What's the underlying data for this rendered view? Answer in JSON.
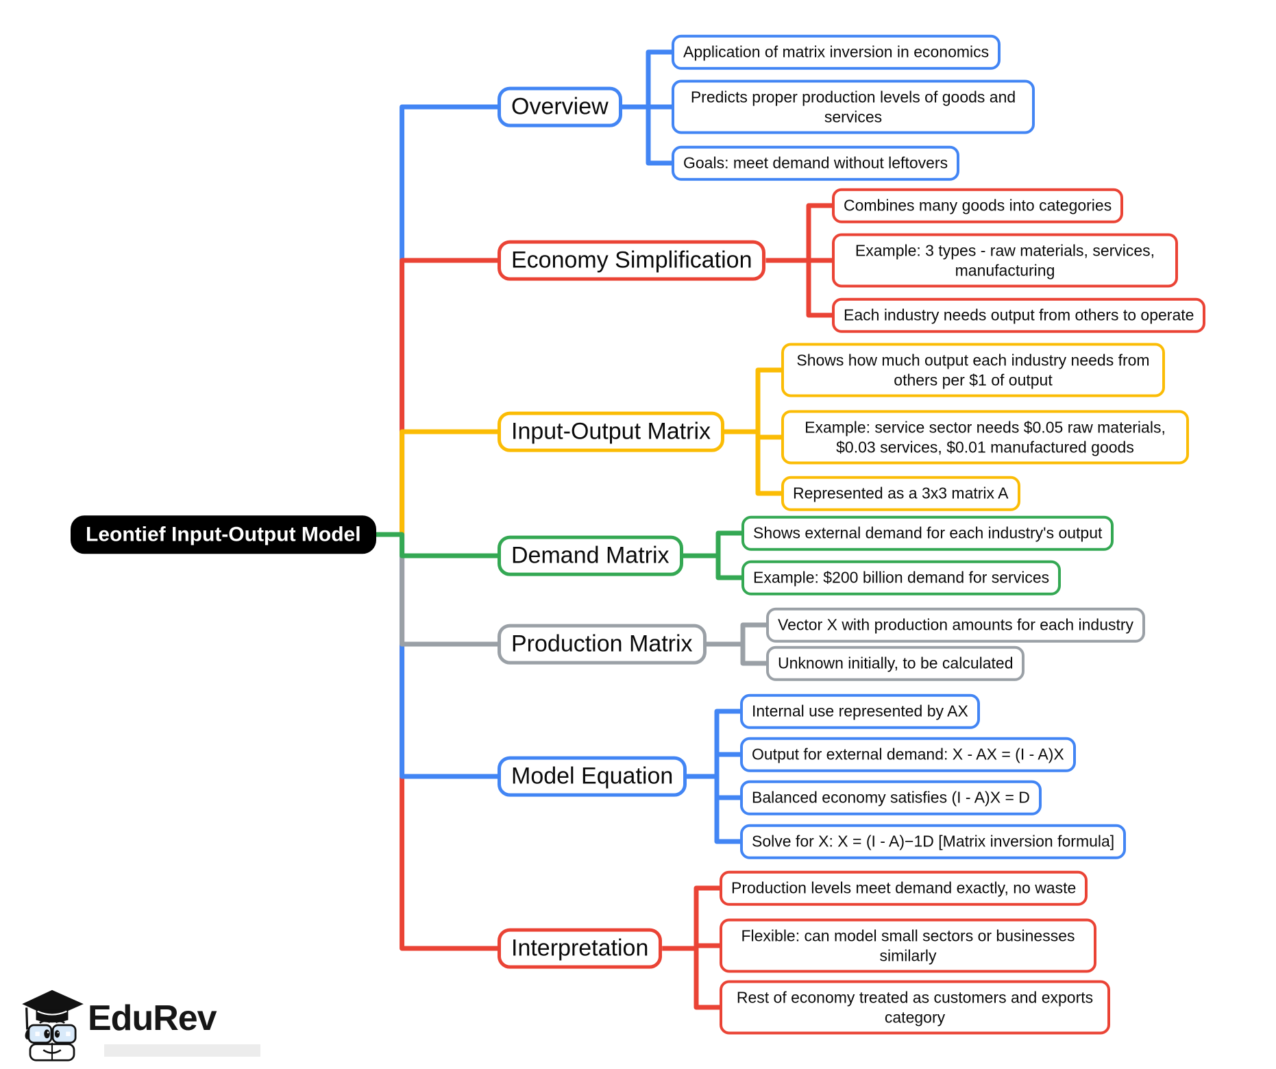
{
  "root": {
    "label": "Leontief Input-Output Model",
    "bg_color": "#000000",
    "text_color": "#ffffff"
  },
  "branches": [
    {
      "label": "Overview",
      "color": "#4285F4",
      "children": [
        "Application of matrix inversion in economics",
        "Predicts proper production levels of goods and services",
        "Goals: meet demand without leftovers"
      ]
    },
    {
      "label": "Economy Simplification",
      "color": "#EA4335",
      "children": [
        "Combines many goods into categories",
        "Example: 3 types - raw materials, services, manufacturing",
        "Each industry needs output from others to operate"
      ]
    },
    {
      "label": "Input-Output Matrix",
      "color": "#FBBC05",
      "children": [
        "Shows how much output each industry needs from others per $1 of output",
        "Example: service sector needs $0.05 raw materials, $0.03 services, $0.01 manufactured goods",
        "Represented as a 3x3 matrix A"
      ]
    },
    {
      "label": "Demand Matrix",
      "color": "#34A853",
      "children": [
        "Shows external demand for each industry's output",
        "Example: $200 billion demand for services"
      ]
    },
    {
      "label": "Production Matrix",
      "color": "#9AA0A6",
      "children": [
        "Vector X with production amounts for each industry",
        "Unknown initially, to be calculated"
      ]
    },
    {
      "label": "Model Equation",
      "color": "#4285F4",
      "children": [
        "Internal use represented by AX",
        "Output for external demand: X - AX = (I - A)X",
        "Balanced economy satisfies (I - A)X = D",
        "Solve for X: X = (I - A)−1D [Matrix inversion formula]"
      ]
    },
    {
      "label": "Interpretation",
      "color": "#EA4335",
      "children": [
        "Production levels meet demand exactly, no waste",
        "Flexible: can model small sectors or businesses similarly",
        "Rest of economy treated as customers and exports category"
      ]
    }
  ],
  "footer": {
    "brand": "EduRev"
  }
}
